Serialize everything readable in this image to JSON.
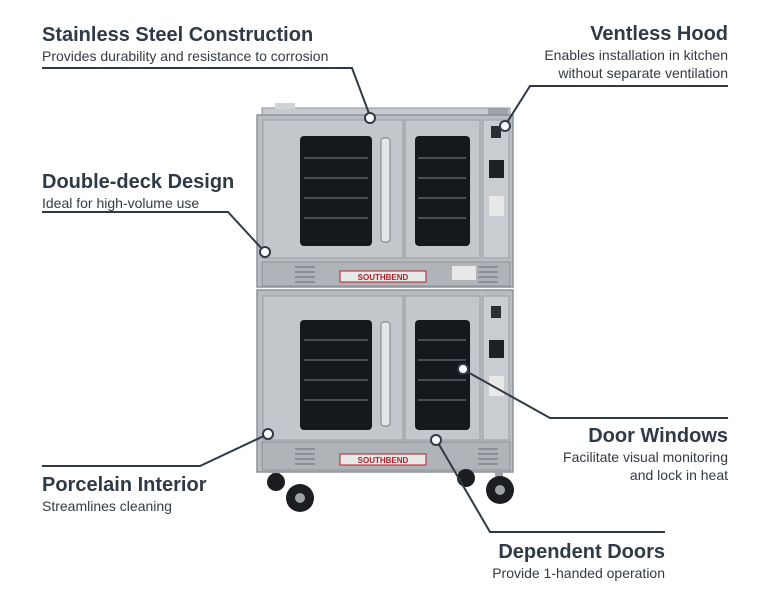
{
  "colors": {
    "text": "#2f3a46",
    "leader": "#2f3a46",
    "steel": "#b9bdc2",
    "steel_dark": "#8d9298",
    "glass": "#15181c",
    "brand_red": "#b0222a"
  },
  "callouts": {
    "stainless": {
      "title": "Stainless Steel Construction",
      "desc": "Provides durability and resistance to corrosion"
    },
    "ventless": {
      "title": "Ventless Hood",
      "desc1": "Enables installation in kitchen",
      "desc2": "without separate ventilation"
    },
    "double": {
      "title": "Double-deck Design",
      "desc": "Ideal for high-volume use"
    },
    "porcelain": {
      "title": "Porcelain Interior",
      "desc": "Streamlines cleaning"
    },
    "door": {
      "title": "Door Windows",
      "desc1": "Facilitate visual monitoring",
      "desc2": "and lock in heat"
    },
    "dependent": {
      "title": "Dependent Doors",
      "desc": "Provide 1-handed operation"
    }
  },
  "oven": {
    "brand_top": "SOUTHBEND",
    "brand_bottom": "SOUTHBEND"
  }
}
